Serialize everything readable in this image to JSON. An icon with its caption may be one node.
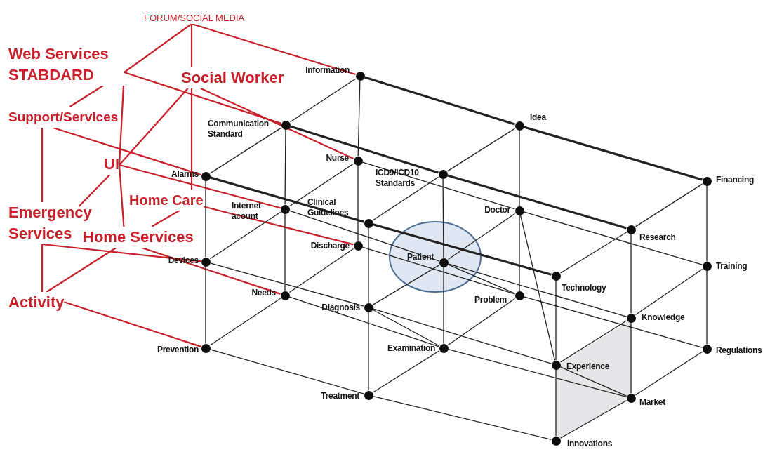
{
  "diagram": {
    "nodes": [
      {
        "text": [
          "FORUM/SOCIAL MEDIA"
        ]
      },
      {
        "text": [
          "Web Services STABDARD"
        ]
      },
      {
        "text": [
          "Support/Services"
        ]
      },
      {
        "text": [
          "Social Worker"
        ]
      },
      {
        "text": [
          "UI"
        ]
      },
      {
        "text": [
          "Home Care"
        ]
      },
      {
        "text": [
          "Emergency Services"
        ]
      },
      {
        "text": [
          "Home Services"
        ]
      },
      {
        "text": [
          "Activity"
        ]
      },
      {
        "text": [],
        "shape": "circle",
        "beside": [
          "Information"
        ]
      },
      {
        "text": [],
        "shape": "circle"
      },
      {
        "text": [],
        "shape": "circle",
        "beside": [
          "Alarms"
        ]
      },
      {
        "text": [],
        "shape": "circle",
        "beside": [
          "Nurse"
        ]
      },
      {
        "text": [],
        "shape": "circle",
        "beside": [
          "Internet acount"
        ]
      },
      {
        "text": [],
        "shape": "circle",
        "beside": [
          "Devices"
        ]
      },
      {
        "text": [],
        "shape": "circle",
        "beside": [
          "Discharge"
        ]
      },
      {
        "text": [],
        "shape": "circle",
        "beside": [
          "Needs"
        ]
      },
      {
        "text": [],
        "shape": "circle",
        "beside": [
          "Prevention"
        ]
      },
      {
        "text": [],
        "shape": "circle",
        "beside": [
          "Idea"
        ]
      },
      {
        "text": [],
        "shape": "circle",
        "beside": [
          "ICD9/ICD10 Standards"
        ]
      },
      {
        "text": [],
        "shape": "circle",
        "beside": [
          "Clinical Guidelines"
        ]
      },
      {
        "text": [],
        "shape": "circle",
        "beside": [
          "Doctor"
        ]
      },
      {
        "text": [],
        "shape": "circle",
        "beside": [
          "Patient"
        ]
      },
      {
        "text": [],
        "shape": "circle",
        "beside": [
          "Diagnosis"
        ]
      },
      {
        "text": [],
        "shape": "circle",
        "beside": [
          "Problem"
        ]
      },
      {
        "text": [],
        "shape": "circle",
        "beside": [
          "Examination"
        ]
      },
      {
        "text": [],
        "shape": "circle",
        "beside": [
          "Treatment"
        ]
      },
      {
        "text": [],
        "shape": "circle",
        "beside": [
          "Financing"
        ]
      },
      {
        "text": [],
        "shape": "circle",
        "beside": [
          "Research"
        ]
      },
      {
        "text": [],
        "shape": "circle",
        "beside": [
          "Technology"
        ]
      },
      {
        "text": [],
        "shape": "circle",
        "beside": [
          "Training"
        ]
      },
      {
        "text": [],
        "shape": "circle",
        "beside": [
          "Knowledge"
        ]
      },
      {
        "text": [],
        "shape": "circle",
        "beside": [
          "Experience"
        ]
      },
      {
        "text": [],
        "shape": "circle",
        "beside": [
          "Regulations"
        ]
      },
      {
        "text": [],
        "shape": "circle",
        "beside": [
          "Market"
        ]
      },
      {
        "text": [],
        "shape": "circle",
        "beside": [
          "Innovations"
        ]
      }
    ],
    "edges": [
      {
        "from": 0,
        "to": 3,
        "arrow": "none",
        "color": "#c8202a"
      },
      {
        "from": 3,
        "to": 5,
        "arrow": "none",
        "color": "#c8202a"
      },
      {
        "from": 1,
        "to": 4,
        "arrow": "none",
        "color": "#c8202a"
      },
      {
        "from": 4,
        "to": 7,
        "arrow": "none",
        "color": "#c8202a"
      },
      {
        "from": 2,
        "to": 6,
        "arrow": "none",
        "color": "#c8202a"
      },
      {
        "from": 6,
        "to": 8,
        "arrow": "none",
        "color": "#c8202a"
      },
      {
        "from": 2,
        "to": 1,
        "arrow": "none",
        "color": "#c8202a"
      },
      {
        "from": 1,
        "to": 0,
        "arrow": "none",
        "color": "#c8202a"
      },
      {
        "from": 6,
        "to": 4,
        "arrow": "none",
        "color": "#c8202a"
      },
      {
        "from": 4,
        "to": 3,
        "arrow": "none",
        "color": "#c8202a"
      },
      {
        "from": 8,
        "to": 7,
        "arrow": "none",
        "color": "#c8202a"
      },
      {
        "from": 7,
        "to": 5,
        "arrow": "none",
        "color": "#c8202a"
      },
      {
        "from": 0,
        "to": 9,
        "arrow": "none",
        "color": "#c8202a"
      },
      {
        "from": 1,
        "to": 10,
        "arrow": "none",
        "color": "#c8202a"
      },
      {
        "from": 3,
        "to": 12,
        "arrow": "none",
        "color": "#c8202a"
      },
      {
        "from": 2,
        "to": 11,
        "arrow": "none",
        "color": "#c8202a"
      },
      {
        "from": 4,
        "to": 13,
        "arrow": "none",
        "color": "#c8202a"
      },
      {
        "from": 5,
        "to": 15,
        "arrow": "none",
        "color": "#c8202a"
      },
      {
        "from": 6,
        "to": 14,
        "arrow": "none",
        "color": "#c8202a"
      },
      {
        "from": 7,
        "to": 16,
        "arrow": "none",
        "color": "#c8202a"
      },
      {
        "from": 8,
        "to": 17,
        "arrow": "none",
        "color": "#c8202a"
      },
      {
        "from": 9,
        "to": 12,
        "arrow": "none"
      },
      {
        "from": 10,
        "to": 13,
        "arrow": "none"
      },
      {
        "from": 11,
        "to": 14,
        "arrow": "none"
      },
      {
        "from": 12,
        "to": 15,
        "arrow": "none"
      },
      {
        "from": 13,
        "to": 16,
        "arrow": "none"
      },
      {
        "from": 14,
        "to": 17,
        "arrow": "none"
      },
      {
        "from": 18,
        "to": 21,
        "arrow": "none"
      },
      {
        "from": 19,
        "to": 22,
        "arrow": "none"
      },
      {
        "from": 20,
        "to": 23,
        "arrow": "none"
      },
      {
        "from": 21,
        "to": 24,
        "arrow": "none"
      },
      {
        "from": 22,
        "to": 25,
        "arrow": "none"
      },
      {
        "from": 23,
        "to": 26,
        "arrow": "none"
      },
      {
        "from": 27,
        "to": 30,
        "arrow": "none"
      },
      {
        "from": 28,
        "to": 31,
        "arrow": "none"
      },
      {
        "from": 29,
        "to": 32,
        "arrow": "none"
      },
      {
        "from": 30,
        "to": 33,
        "arrow": "none"
      },
      {
        "from": 31,
        "to": 34,
        "arrow": "none"
      },
      {
        "from": 32,
        "to": 35,
        "arrow": "none"
      },
      {
        "from": 9,
        "to": 10,
        "arrow": "none"
      },
      {
        "from": 10,
        "to": 11,
        "arrow": "none"
      },
      {
        "from": 12,
        "to": 13,
        "arrow": "none"
      },
      {
        "from": 13,
        "to": 14,
        "arrow": "none"
      },
      {
        "from": 15,
        "to": 16,
        "arrow": "none"
      },
      {
        "from": 16,
        "to": 17,
        "arrow": "none"
      },
      {
        "from": 18,
        "to": 19,
        "arrow": "none"
      },
      {
        "from": 19,
        "to": 20,
        "arrow": "none"
      },
      {
        "from": 21,
        "to": 22,
        "arrow": "none"
      },
      {
        "from": 22,
        "to": 23,
        "arrow": "none"
      },
      {
        "from": 24,
        "to": 25,
        "arrow": "none"
      },
      {
        "from": 25,
        "to": 26,
        "arrow": "none"
      },
      {
        "from": 27,
        "to": 28,
        "arrow": "none"
      },
      {
        "from": 28,
        "to": 29,
        "arrow": "none"
      },
      {
        "from": 30,
        "to": 31,
        "arrow": "none"
      },
      {
        "from": 31,
        "to": 32,
        "arrow": "none"
      },
      {
        "from": 33,
        "to": 34,
        "arrow": "none"
      },
      {
        "from": 34,
        "to": 35,
        "arrow": "none"
      },
      {
        "from": 9,
        "to": 18,
        "arrow": "none",
        "style": "thick"
      },
      {
        "from": 10,
        "to": 19,
        "arrow": "none",
        "style": "thick"
      },
      {
        "from": 11,
        "to": 20,
        "arrow": "none",
        "style": "thick"
      },
      {
        "from": 12,
        "to": 21,
        "arrow": "none"
      },
      {
        "from": 13,
        "to": 22,
        "arrow": "none"
      },
      {
        "from": 14,
        "to": 23,
        "arrow": "none"
      },
      {
        "from": 15,
        "to": 24,
        "arrow": "none"
      },
      {
        "from": 16,
        "to": 25,
        "arrow": "none"
      },
      {
        "from": 17,
        "to": 26,
        "arrow": "none"
      },
      {
        "from": 18,
        "to": 27,
        "arrow": "none",
        "style": "thick"
      },
      {
        "from": 19,
        "to": 28,
        "arrow": "none",
        "style": "thick"
      },
      {
        "from": 20,
        "to": 29,
        "arrow": "none",
        "style": "thick"
      },
      {
        "from": 21,
        "to": 30,
        "arrow": "none"
      },
      {
        "from": 22,
        "to": 31,
        "arrow": "none"
      },
      {
        "from": 23,
        "to": 32,
        "arrow": "none"
      },
      {
        "from": 24,
        "to": 33,
        "arrow": "none"
      },
      {
        "from": 25,
        "to": 34,
        "arrow": "none"
      },
      {
        "from": 26,
        "to": 35,
        "arrow": "none"
      },
      {
        "from": 22,
        "to": 24,
        "arrow": "none"
      },
      {
        "from": 23,
        "to": 25,
        "arrow": "none"
      },
      {
        "from": 21,
        "to": 32,
        "arrow": "none"
      },
      {
        "from": 32,
        "to": 34,
        "arrow": "none"
      }
    ],
    "labels": [
      "Communication Standard"
    ]
  }
}
